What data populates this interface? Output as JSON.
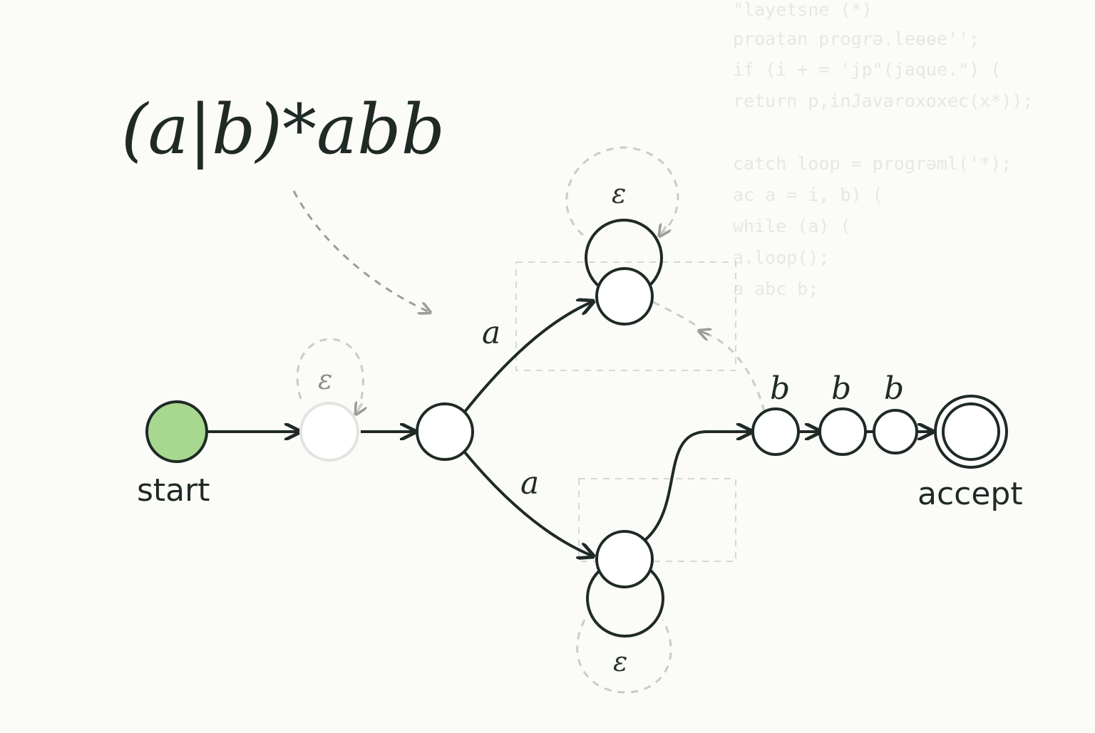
{
  "regex": "(a|b)*abb",
  "background_code": [
    "\"layetsne (*)",
    "proatan progrə.leɵɵe'';",
    "if (i + = 'jp\"(jaque.\") (",
    "  return p,inJavaroxoxec(x*));",
    "catch loop = progrəml('*);",
    "ac a = i, b) (",
    "  while (a) (",
    "  a.loop();",
    "  a abc b;"
  ],
  "labels": {
    "start": "start",
    "accept": "accept"
  },
  "edge_labels": {
    "upper_a": "a",
    "lower_a": "a",
    "b1": "b",
    "b2": "b",
    "b3": "b"
  },
  "epsilon_labels": {
    "top": "ε",
    "bottom": "ε",
    "left": "ε"
  },
  "colors": {
    "start_state": "#a8d890",
    "ink": "#1f2a26",
    "ghost": "#c9ccc8"
  }
}
